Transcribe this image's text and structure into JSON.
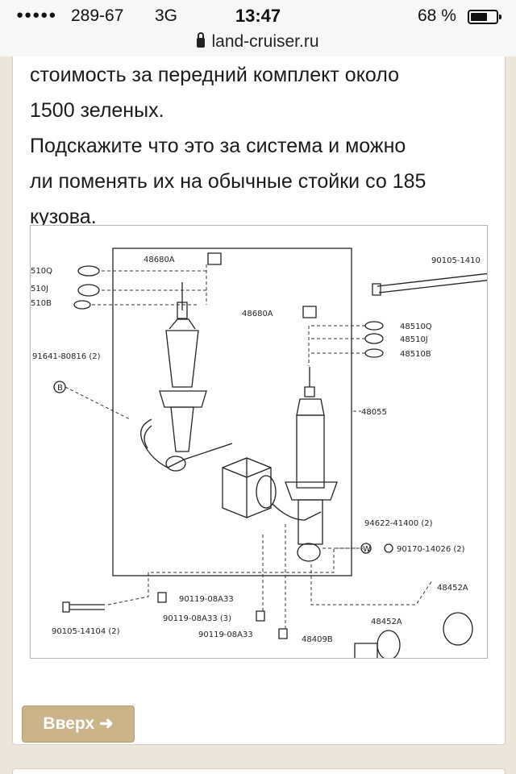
{
  "status_bar": {
    "signal": "●●●●●",
    "carrier": "289-67",
    "network": "3G",
    "time": "13:47",
    "battery_percent": "68 %",
    "battery_level": 0.68
  },
  "url_bar": {
    "domain": "land-cruiser.ru"
  },
  "post": {
    "line_1": "стоимость за передний комплект около",
    "line_2": "1500 зеленых.",
    "line_3": "Подскажите что это за система и можно",
    "line_4": "ли поменять их на обычные стойки со 185",
    "line_5": "кузова."
  },
  "diagram": {
    "labels": {
      "l48680a_1": "48680A",
      "l48680a_2": "48680A",
      "l510q_left": "510Q",
      "l510j_left": "510J",
      "l510b_left": "510B",
      "l91641": "91641-80816 (2)",
      "l90105_1410": "90105-1410",
      "l48510q": "48510Q",
      "l48510j": "48510J",
      "l48510b": "48510B",
      "l48055": "48055",
      "l94622": "94622-41400 (2)",
      "l90170": "90170-14026 (2)",
      "l48452a_1": "48452A",
      "l48452a_2": "48452A",
      "l90119_1": "90119-08A33",
      "l90119_2": "90119-08A33 (3)",
      "l90119_3": "90119-08A33",
      "l90105_14104": "90105-14104 (2)",
      "l48409b": "48409B",
      "l_b": "B",
      "l_w": "W"
    }
  },
  "up_button": {
    "label": "Вверх ➜"
  }
}
